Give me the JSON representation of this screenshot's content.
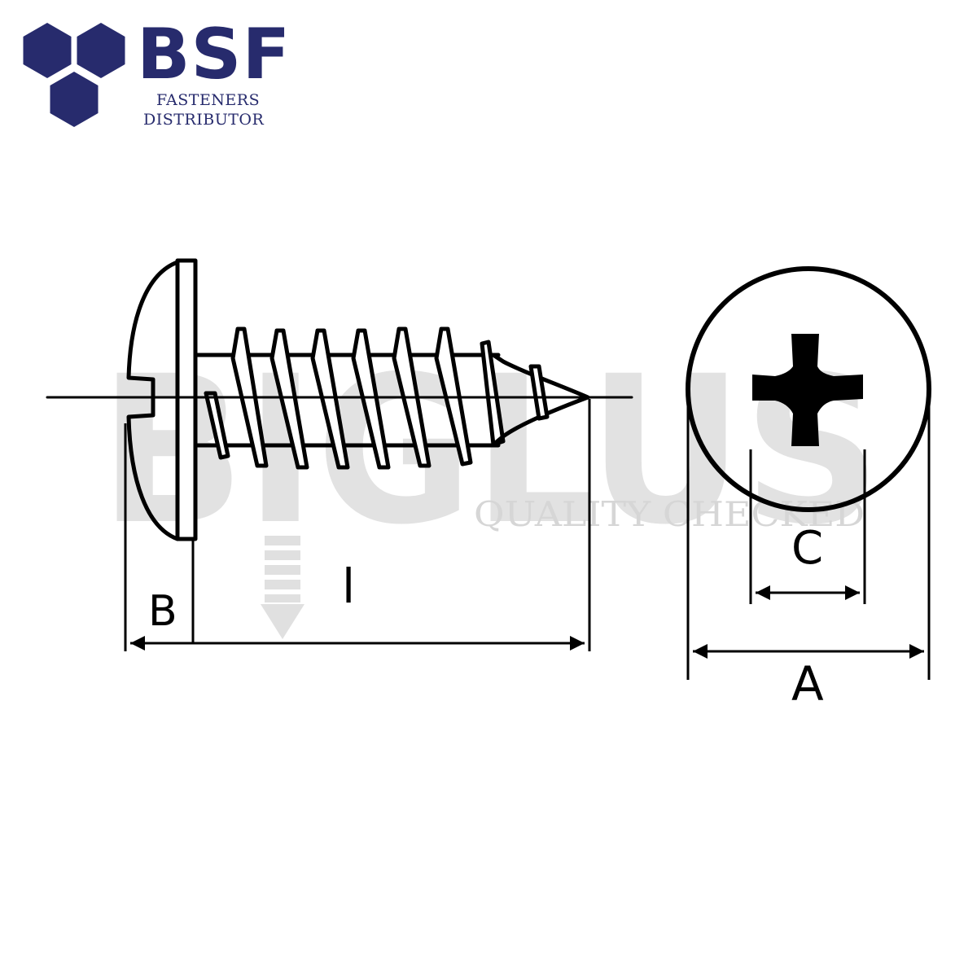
{
  "logo": {
    "brand": "BSF",
    "line1": "FASTENERS",
    "line2": "DISTRIBUTOR",
    "color": "#272b6d"
  },
  "watermark": {
    "word": "BIGLUS",
    "tagline": "QUALITY CHECKED",
    "color": "#e2e2e2"
  },
  "drawing": {
    "part": "Phillips-drive self-tapping screw with domed washer head",
    "labels": {
      "B": "B",
      "l": "l",
      "C": "C",
      "A": "A"
    },
    "line_color": "#000000"
  }
}
